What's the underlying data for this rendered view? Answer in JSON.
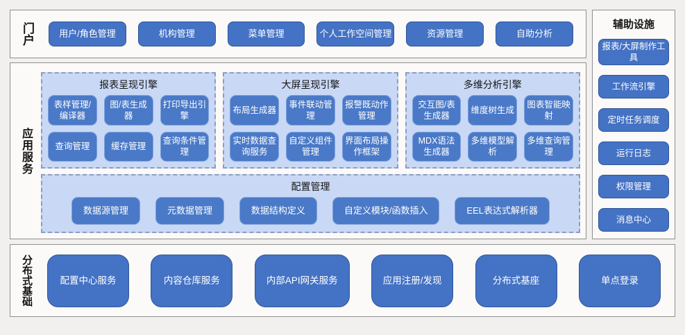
{
  "colors": {
    "page_bg": "#f1f0ee",
    "panel_bg": "#fbfaf8",
    "panel_border": "#8f8f8f",
    "button_fill": "#4472c4",
    "button_border": "#2f5597",
    "button_text": "#ffffff",
    "group_fill": "#c9d8f5",
    "group_dashed_border": "#8d9cc0",
    "label_text": "#151515"
  },
  "portal": {
    "label": "门户",
    "buttons": [
      "用户/角色管理",
      "机构管理",
      "菜单管理",
      "个人工作空间管理",
      "资源管理",
      "自助分析"
    ]
  },
  "auxiliary": {
    "title": "辅助设施",
    "buttons": [
      "报表/大屏制作工具",
      "工作流引擎",
      "定时任务调度",
      "运行日志",
      "权限管理",
      "消息中心"
    ]
  },
  "app_services": {
    "label": "应用服务",
    "engines": [
      {
        "title": "报表呈现引擎",
        "buttons": [
          "表样管理/编译器",
          "图/表生成器",
          "打印导出引擎",
          "查询管理",
          "缓存管理",
          "查询条件管理"
        ]
      },
      {
        "title": "大屏呈现引擎",
        "buttons": [
          "布局生成器",
          "事件联动管理",
          "报警既动作管理",
          "实时数据查询服务",
          "自定义组件管理",
          "界面布局操作框架"
        ]
      },
      {
        "title": "多维分析引擎",
        "buttons": [
          "交互图/表生成器",
          "维度树生成",
          "图表智能映射",
          "MDX语法生成器",
          "多维模型解析",
          "多维查询管理"
        ]
      }
    ],
    "config": {
      "title": "配置管理",
      "buttons": [
        "数据源管理",
        "元数据管理",
        "数据结构定义",
        "自定义模块/函数插入",
        "EEL表达式解析器"
      ]
    }
  },
  "foundation": {
    "label": "分布式基础",
    "buttons": [
      "配置中心服务",
      "内容仓库服务",
      "内部API网关服务",
      "应用注册/发现",
      "分布式基座",
      "单点登录"
    ]
  }
}
